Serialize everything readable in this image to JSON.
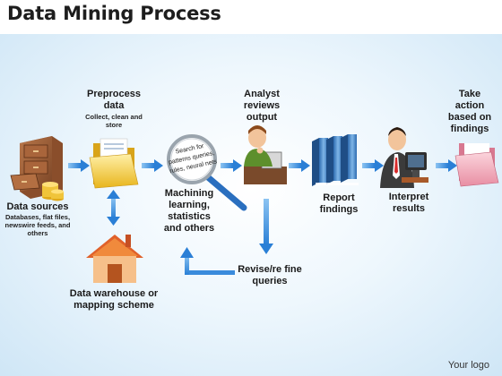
{
  "title": "Data Mining Process",
  "steps": {
    "data_sources": {
      "label": "Data sources",
      "detail": "Databases, flat files, newswire feeds, and others"
    },
    "preprocess": {
      "label": "Preprocess data",
      "detail": "Collect, clean and store"
    },
    "warehouse": {
      "label": "Data warehouse or mapping scheme"
    },
    "machining": {
      "label": "Machining learning, statistics and others",
      "lens_text": "Search for patterns queries, rules, neural nets"
    },
    "analyst": {
      "label": "Analyst reviews output"
    },
    "revise": {
      "label": "Revise/re fine queries"
    },
    "report": {
      "label": "Report findings"
    },
    "interpret": {
      "label": "Interpret results"
    },
    "action": {
      "label": "Take action based on findings"
    }
  },
  "footer": {
    "logo_text": "Your logo"
  },
  "colors": {
    "arrow": "#2f84d8",
    "background": "#d6eaf8",
    "folder": "#f6d24d",
    "pink_folder": "#f4b7c4"
  }
}
